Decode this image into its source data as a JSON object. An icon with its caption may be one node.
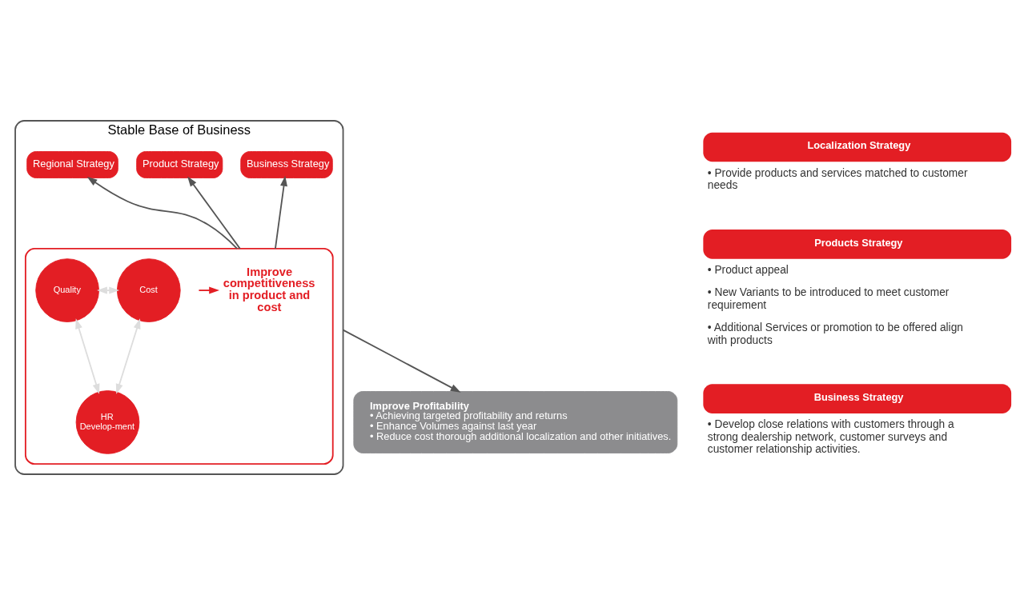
{
  "diagram": {
    "nodes": [
      {
        "text": [
          "Stable Base of Business"
        ]
      },
      {
        "text": [
          "Regional Strategy"
        ],
        "in": 0
      },
      {
        "text": [
          "Product Strategy"
        ],
        "in": 0
      },
      {
        "text": [
          "Business Strategy"
        ],
        "in": 0
      },
      {
        "text": [],
        "shape": "box",
        "in": 0
      },
      {
        "text": [
          "Quality"
        ],
        "in": 4
      },
      {
        "text": [
          "Cost"
        ],
        "in": 4
      },
      {
        "text": [
          "HR Develop-ment"
        ],
        "in": 4
      },
      {
        "text": [
          "Improve competitiveness in product and cost"
        ],
        "in": 4
      },
      {
        "text": [
          "Improve Profitability",
          "• Achieving targeted profitability and returns",
          "• Enhance Volumes against last year",
          "• Reduce cost thorough additional localization and other initiatives."
        ]
      },
      {
        "text": [
          "Localization Strategy"
        ],
        "beside": [
          "• Provide products and services matched to customer needs"
        ]
      },
      {
        "text": [
          "Products Strategy"
        ],
        "beside": [
          "• Product appeal",
          "• New Variants to be introduced to meet customer requirement",
          "• Additional Services or promotion to be offered align with products"
        ]
      },
      {
        "text": [
          "Business Strategy"
        ],
        "beside": [
          "• Develop close relations with customers through a strong dealership network, customer surveys and customer relationship activities."
        ]
      }
    ],
    "edges": [
      {
        "from": 4,
        "to": 1,
        "arrow": "to"
      },
      {
        "from": 4,
        "to": 2,
        "arrow": "to"
      },
      {
        "from": 4,
        "to": 3,
        "arrow": "to"
      },
      {
        "from": 5,
        "to": 6,
        "arrow": "both",
        "color": "#dddddd"
      },
      {
        "from": 5,
        "to": 7,
        "arrow": "both",
        "color": "#dddddd"
      },
      {
        "from": 6,
        "to": 7,
        "arrow": "both",
        "color": "#dddddd"
      },
      {
        "from": null,
        "to": 8,
        "arrow": "to",
        "color": "#e31e24"
      },
      {
        "from": 0,
        "to": 9,
        "arrow": "to"
      }
    ]
  }
}
